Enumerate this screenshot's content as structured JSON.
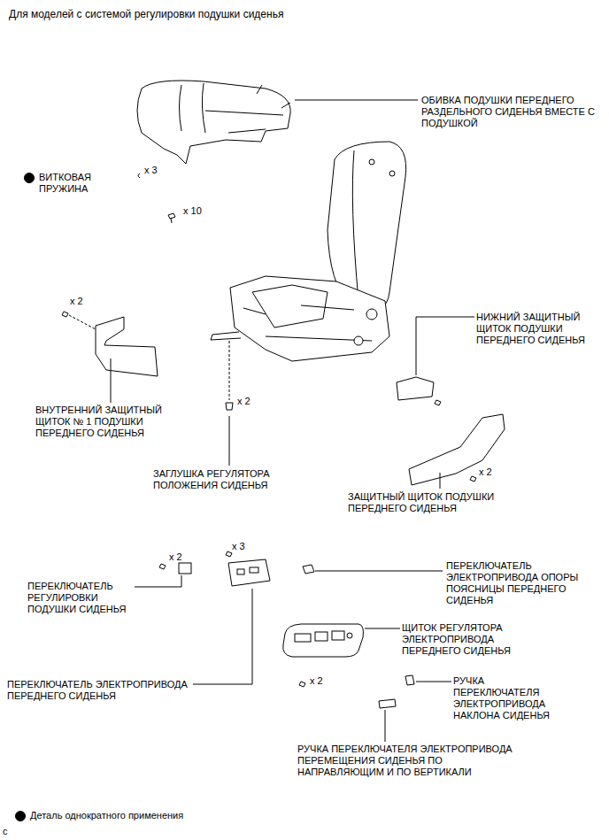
{
  "diagram": {
    "title": "Для моделей с системой регулировки подушки сиденья",
    "labels": [
      "ОБИВКА ПОДУШКИ ПЕРЕДНЕГО РАЗДЕЛЬНОГО СИДЕНЬЯ ВМЕСТЕ С ПОДУШКОЙ",
      "ВИТКОВАЯ ПРУЖИНА",
      "x 3",
      "x 10",
      "x 2",
      "НИЖНИЙ ЗАЩИТНЫЙ ЩИТОК ПОДУШКИ ПЕРЕДНЕГО СИДЕНЬЯ",
      "ВНУТРЕННИЙ ЗАЩИТНЫЙ ЩИТОК № 1 ПОДУШКИ ПЕРЕДНЕГО СИДЕНЬЯ",
      "x 2",
      "ЗАГЛУШКА РЕГУЛЯТОРА ПОЛОЖЕНИЯ СИДЕНЬЯ",
      "x 2",
      "ЗАЩИТНЫЙ ЩИТОК ПОДУШКИ ПЕРЕДНЕГО СИДЕНЬЯ",
      "x 2",
      "x 3",
      "ПЕРЕКЛЮЧАТЕЛЬ РЕГУЛИРОВКИ ПОДУШКИ СИДЕНЬЯ",
      "ПЕРЕКЛЮЧАТЕЛЬ ЭЛЕКТРОПРИВОДА ОПОРЫ ПОЯСНИЦЫ ПЕРЕДНЕГО СИДЕНЬЯ",
      "ЩИТОК РЕГУЛЯТОРА ЭЛЕКТРОПРИВОДА ПЕРЕДНЕГО СИДЕНЬЯ",
      "ПЕРЕКЛЮЧАТЕЛЬ ЭЛЕКТРОПРИВОДА ПЕРЕДНЕГО СИДЕНЬЯ",
      "x 2",
      "РУЧКА ПЕРЕКЛЮЧАТЕЛЯ ЭЛЕКТРОПРИВОДА НАКЛОНА СИДЕНЬЯ",
      "РУЧКА ПЕРЕКЛЮЧАТЕЛЯ ЭЛЕКТРОПРИВОДА ПЕРЕМЕЩЕНИЯ СИДЕНЬЯ ПО НАПРАВЛЯЮЩИМ И ПО ВЕРТИКАЛИ",
      "c"
    ],
    "legend": [
      {
        "text": "Деталь однократного применения"
      }
    ]
  }
}
